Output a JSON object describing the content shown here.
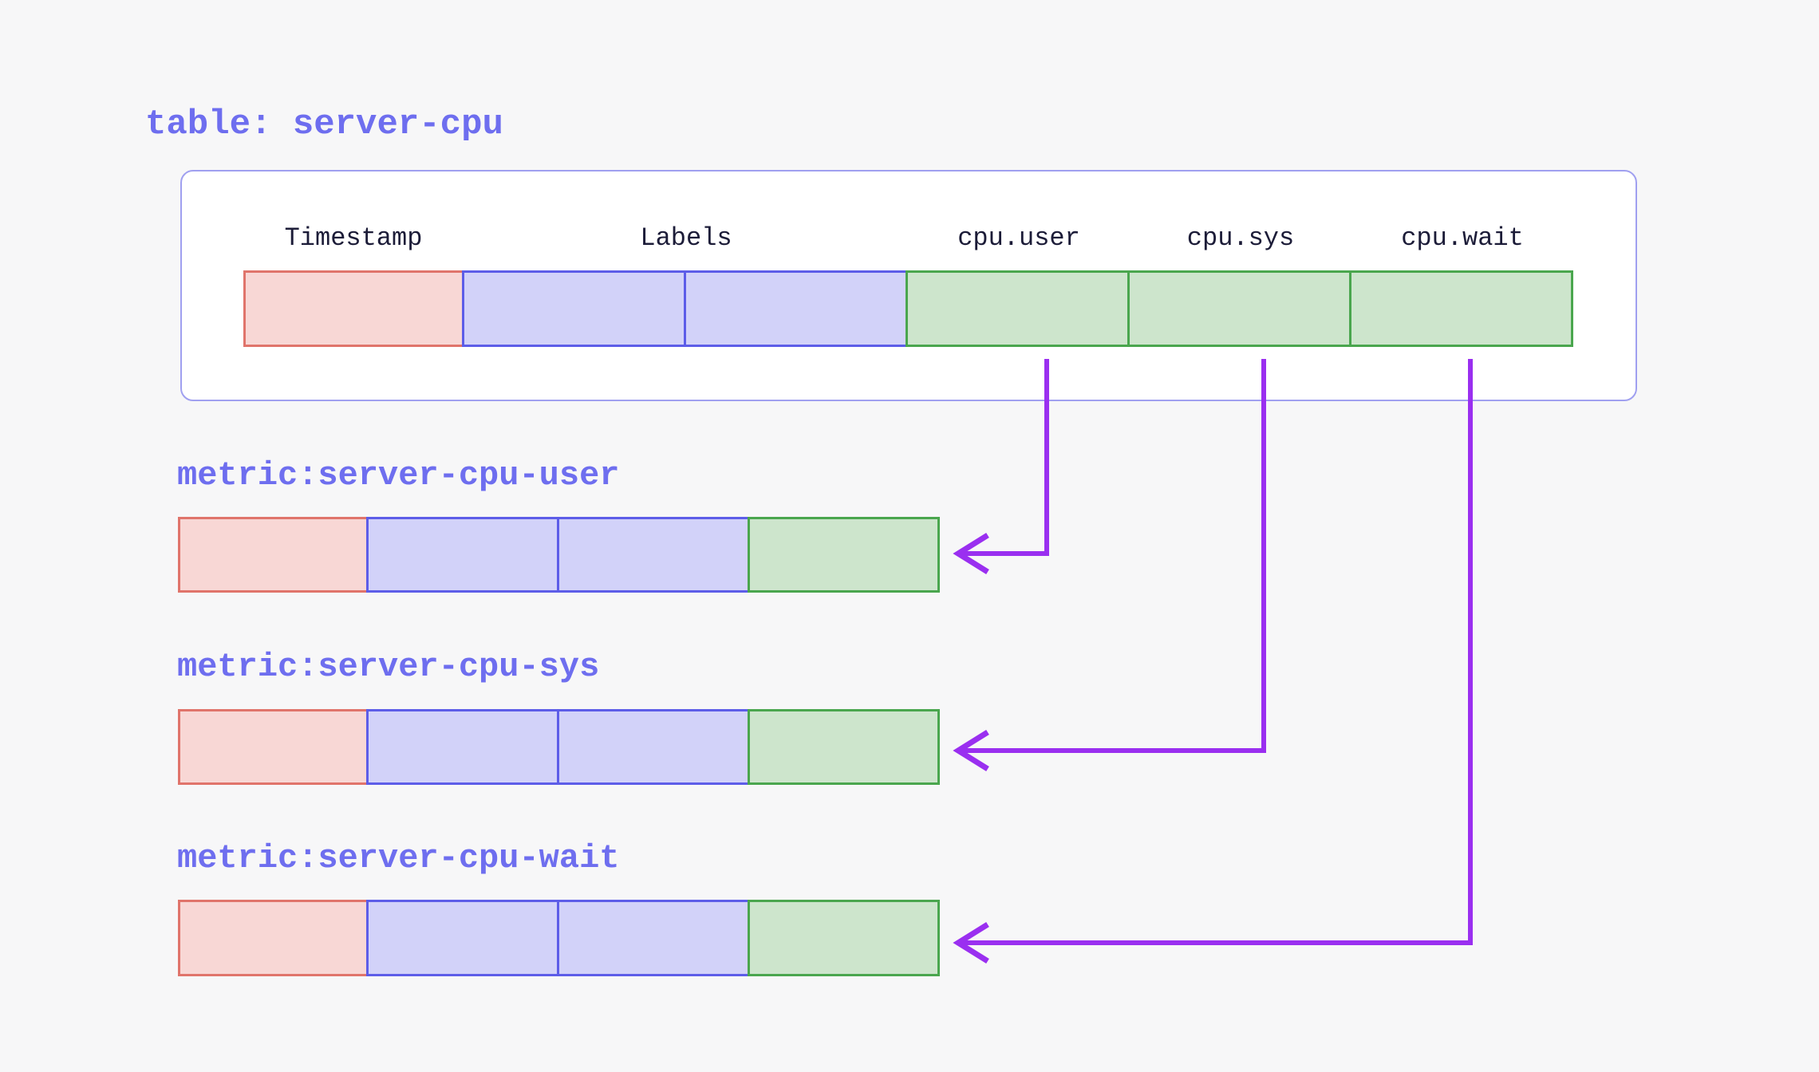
{
  "table": {
    "title": "table: server-cpu",
    "headers": [
      {
        "label": "Timestamp"
      },
      {
        "label": "Labels"
      },
      {
        "label": "cpu.user"
      },
      {
        "label": "cpu.sys"
      },
      {
        "label": "cpu.wait"
      }
    ],
    "row_cells": [
      "timestamp",
      "label",
      "label",
      "value",
      "value",
      "value"
    ]
  },
  "metrics": [
    {
      "label": "metric:server-cpu-user"
    },
    {
      "label": "metric:server-cpu-sys"
    },
    {
      "label": "metric:server-cpu-wait"
    }
  ],
  "connections": [
    {
      "from": "cpu.user",
      "to": "metric:server-cpu-user"
    },
    {
      "from": "cpu.sys",
      "to": "metric:server-cpu-sys"
    },
    {
      "from": "cpu.wait",
      "to": "metric:server-cpu-wait"
    }
  ],
  "colors": {
    "bg": "#f7f7f8",
    "panel-bg": "#ffffff",
    "panel-border": "#a0a0f0",
    "accent": "#6e6eef",
    "header-text": "#1c1c38",
    "red-fill": "#f8d7d5",
    "red-border": "#e0746b",
    "blue-fill": "#d2d2f9",
    "blue-border": "#5d5de8",
    "green-fill": "#cde5cc",
    "green-border": "#4aa64e",
    "arrow": "#9a2ff0"
  }
}
